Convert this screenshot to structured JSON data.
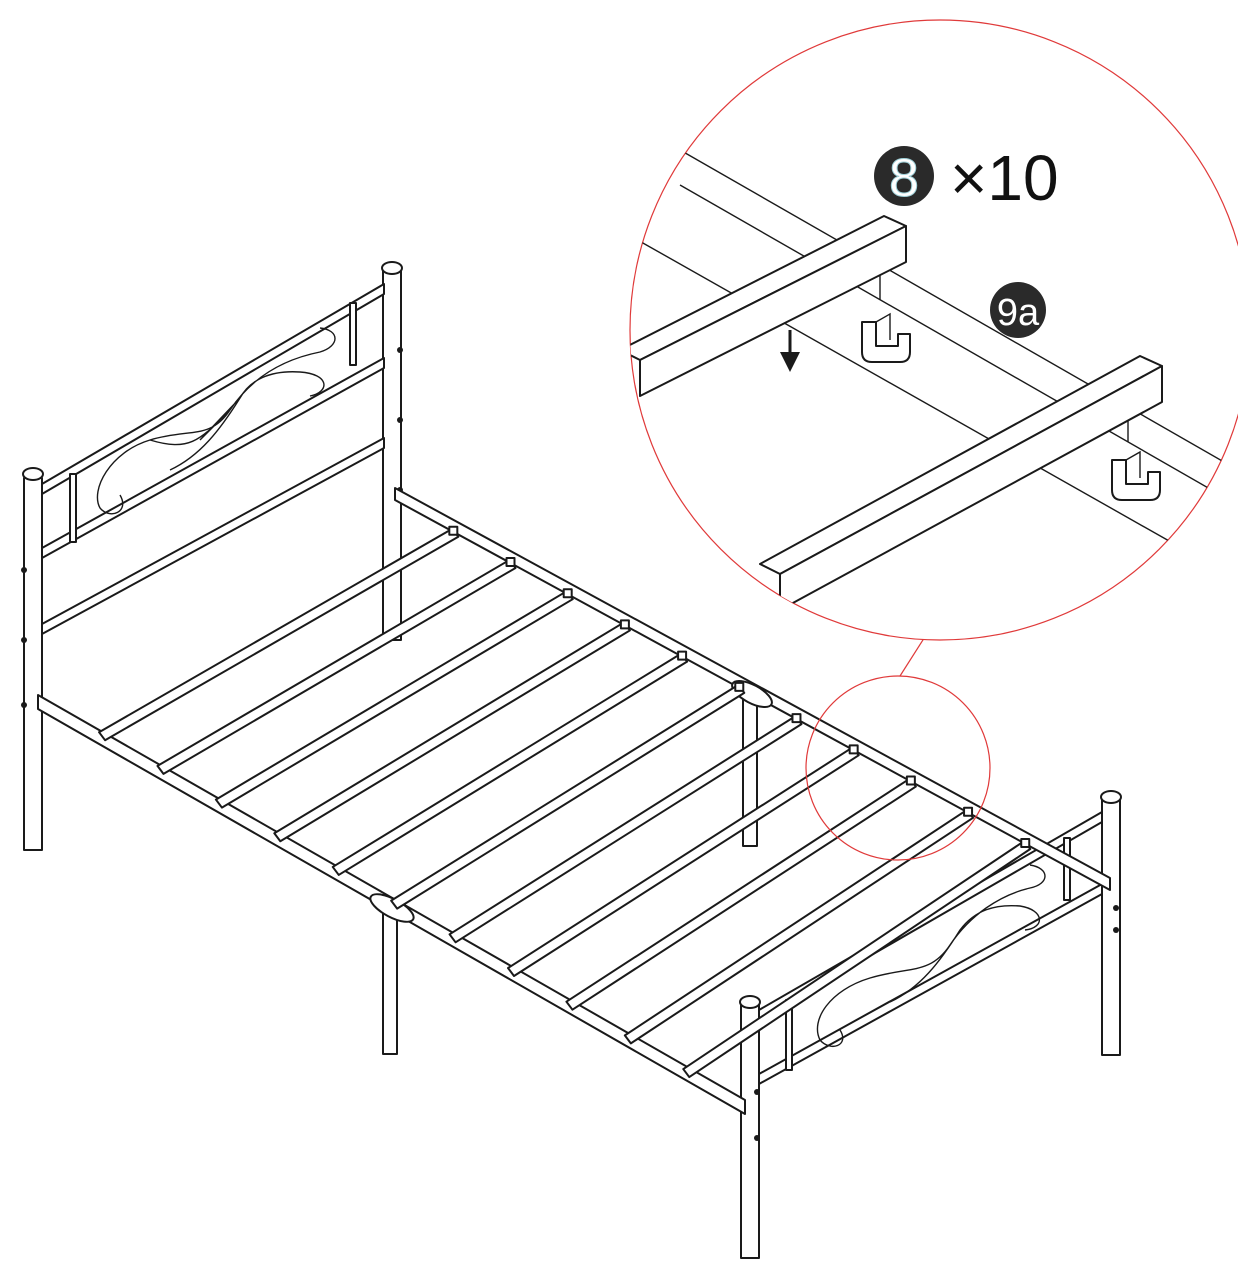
{
  "callout": {
    "part_number": "8",
    "quantity": "×10",
    "ref_part": "9a"
  },
  "colors": {
    "line": "#1a1a1a",
    "callout_circle": "#e03a3a",
    "badge_fill": "#2a2a2a"
  }
}
